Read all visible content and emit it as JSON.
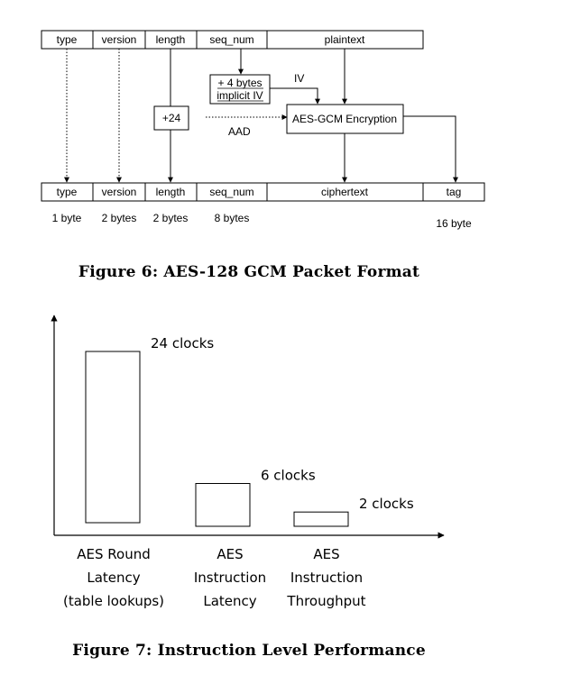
{
  "figure6": {
    "caption": "Figure 6: AES-128 GCM Packet Format",
    "top_fields": [
      "type",
      "version",
      "length",
      "seq_num",
      "plaintext"
    ],
    "iv_box": [
      "+ 4 bytes",
      "implicit IV"
    ],
    "iv_label": "IV",
    "plus24": "+24",
    "aad_label": "AAD",
    "encryption_box": "AES-GCM Encryption",
    "bottom_fields": [
      "type",
      "version",
      "length",
      "seq_num",
      "ciphertext",
      "tag"
    ],
    "sizes": [
      "1 byte",
      "2 bytes",
      "2 bytes",
      "8 bytes",
      "16 byte"
    ]
  },
  "figure7": {
    "caption": "Figure 7: Instruction Level Performance",
    "chart_data": {
      "type": "bar",
      "categories": [
        "AES Round Latency (table lookups)",
        "AES Instruction Latency",
        "AES Instruction Throughput"
      ],
      "category_lines": [
        [
          "AES Round",
          "Latency",
          "(table lookups)"
        ],
        [
          "AES",
          "Instruction",
          "Latency"
        ],
        [
          "AES",
          "Instruction",
          "Throughput"
        ]
      ],
      "values": [
        24,
        6,
        2
      ],
      "data_labels": [
        "24 clocks",
        "6 clocks",
        "2 clocks"
      ],
      "unit": "clocks"
    }
  }
}
